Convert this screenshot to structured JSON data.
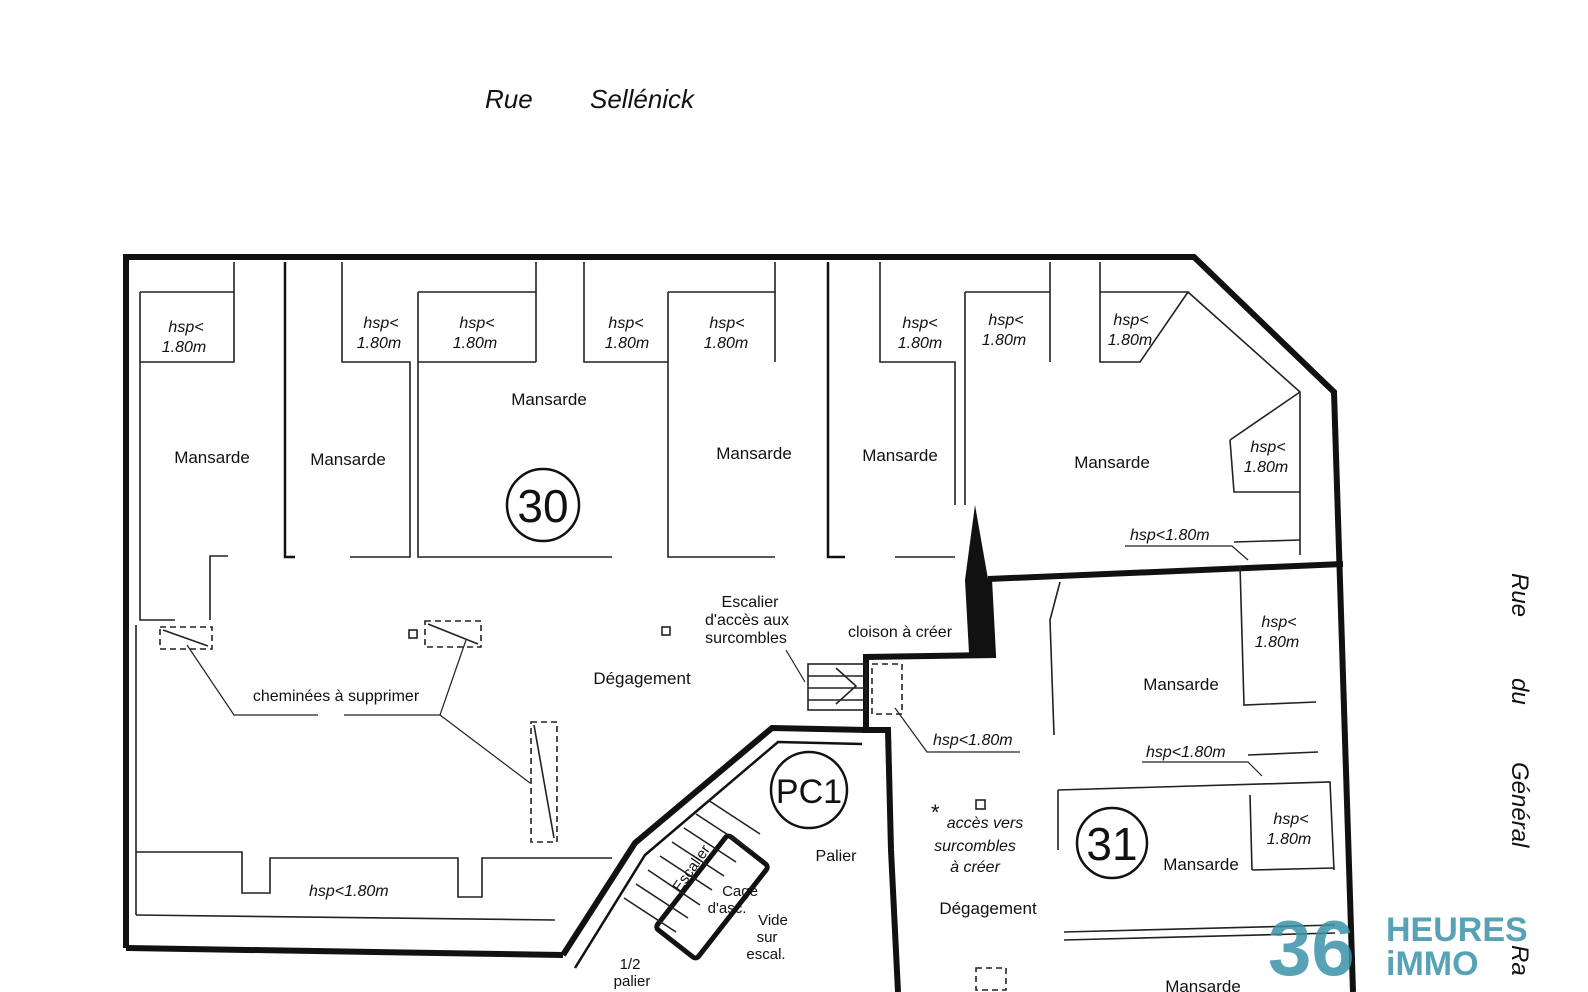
{
  "street_top": {
    "word1": "Rue",
    "word2": "Sellénick"
  },
  "street_right": {
    "w1": "Rue",
    "w2": "du",
    "w3": "Général",
    "w4": "Ra"
  },
  "lot30": "30",
  "lot31": "31",
  "pc1": "PC1",
  "labels": {
    "mansarde": "Mansarde",
    "hsp1": "hsp<",
    "hsp2": "1.80m",
    "hsp_inline": "hsp<1.80m",
    "degagement": "Dégagement",
    "cheminees": "cheminées à supprimer",
    "escalier_acces_1": "Escalier",
    "escalier_acces_2": "d'accès aux",
    "escalier_acces_3": "surcombles",
    "cloison": "cloison à créer",
    "palier": "Palier",
    "acces_1": "accès vers",
    "acces_2": "surcombles",
    "acces_3": "à créer",
    "asterisk": "*",
    "escalier": "Escalier",
    "cage_1": "Cage",
    "cage_2": "d'asc.",
    "vide_1": "Vide",
    "vide_2": "sur",
    "vide_3": "escal.",
    "demi_1": "1/2",
    "demi_2": "palier"
  },
  "logo": {
    "number": "36",
    "line1": "HEURES",
    "line2": "iMMO",
    "color": "#3a93a8"
  }
}
